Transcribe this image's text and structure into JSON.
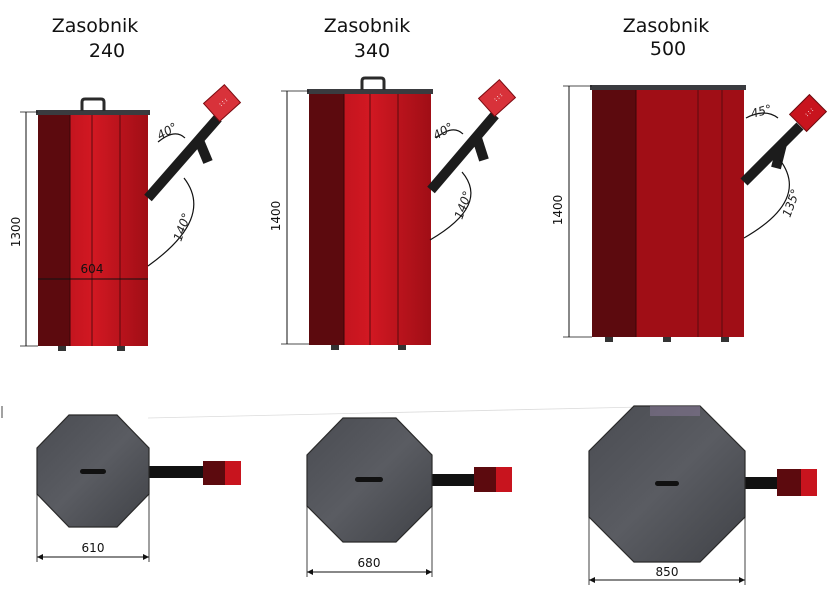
{
  "colors": {
    "red_main": "#c8141e",
    "red_dark": "#5c0a0e",
    "red_mid": "#9c0f16",
    "lid_gray": "#55575c",
    "auger_black": "#1c1c1c",
    "auger_red": "#d8323a"
  },
  "hoppers": [
    {
      "title_line1": "Zasobnik",
      "title_line2": "240",
      "height_label": "1300",
      "width_label": "604",
      "angle_top": "40°",
      "angle_bottom": "140°",
      "plan_width_label": "610"
    },
    {
      "title_line1": "Zasobnik",
      "title_line2": "340",
      "height_label": "1400",
      "angle_top": "40°",
      "angle_bottom": "140°",
      "plan_width_label": "680"
    },
    {
      "title_line1": "Zasobnik",
      "title_line2": "500",
      "height_label": "1400",
      "angle_top": "45°",
      "angle_bottom": "135°",
      "plan_width_label": "850"
    }
  ]
}
